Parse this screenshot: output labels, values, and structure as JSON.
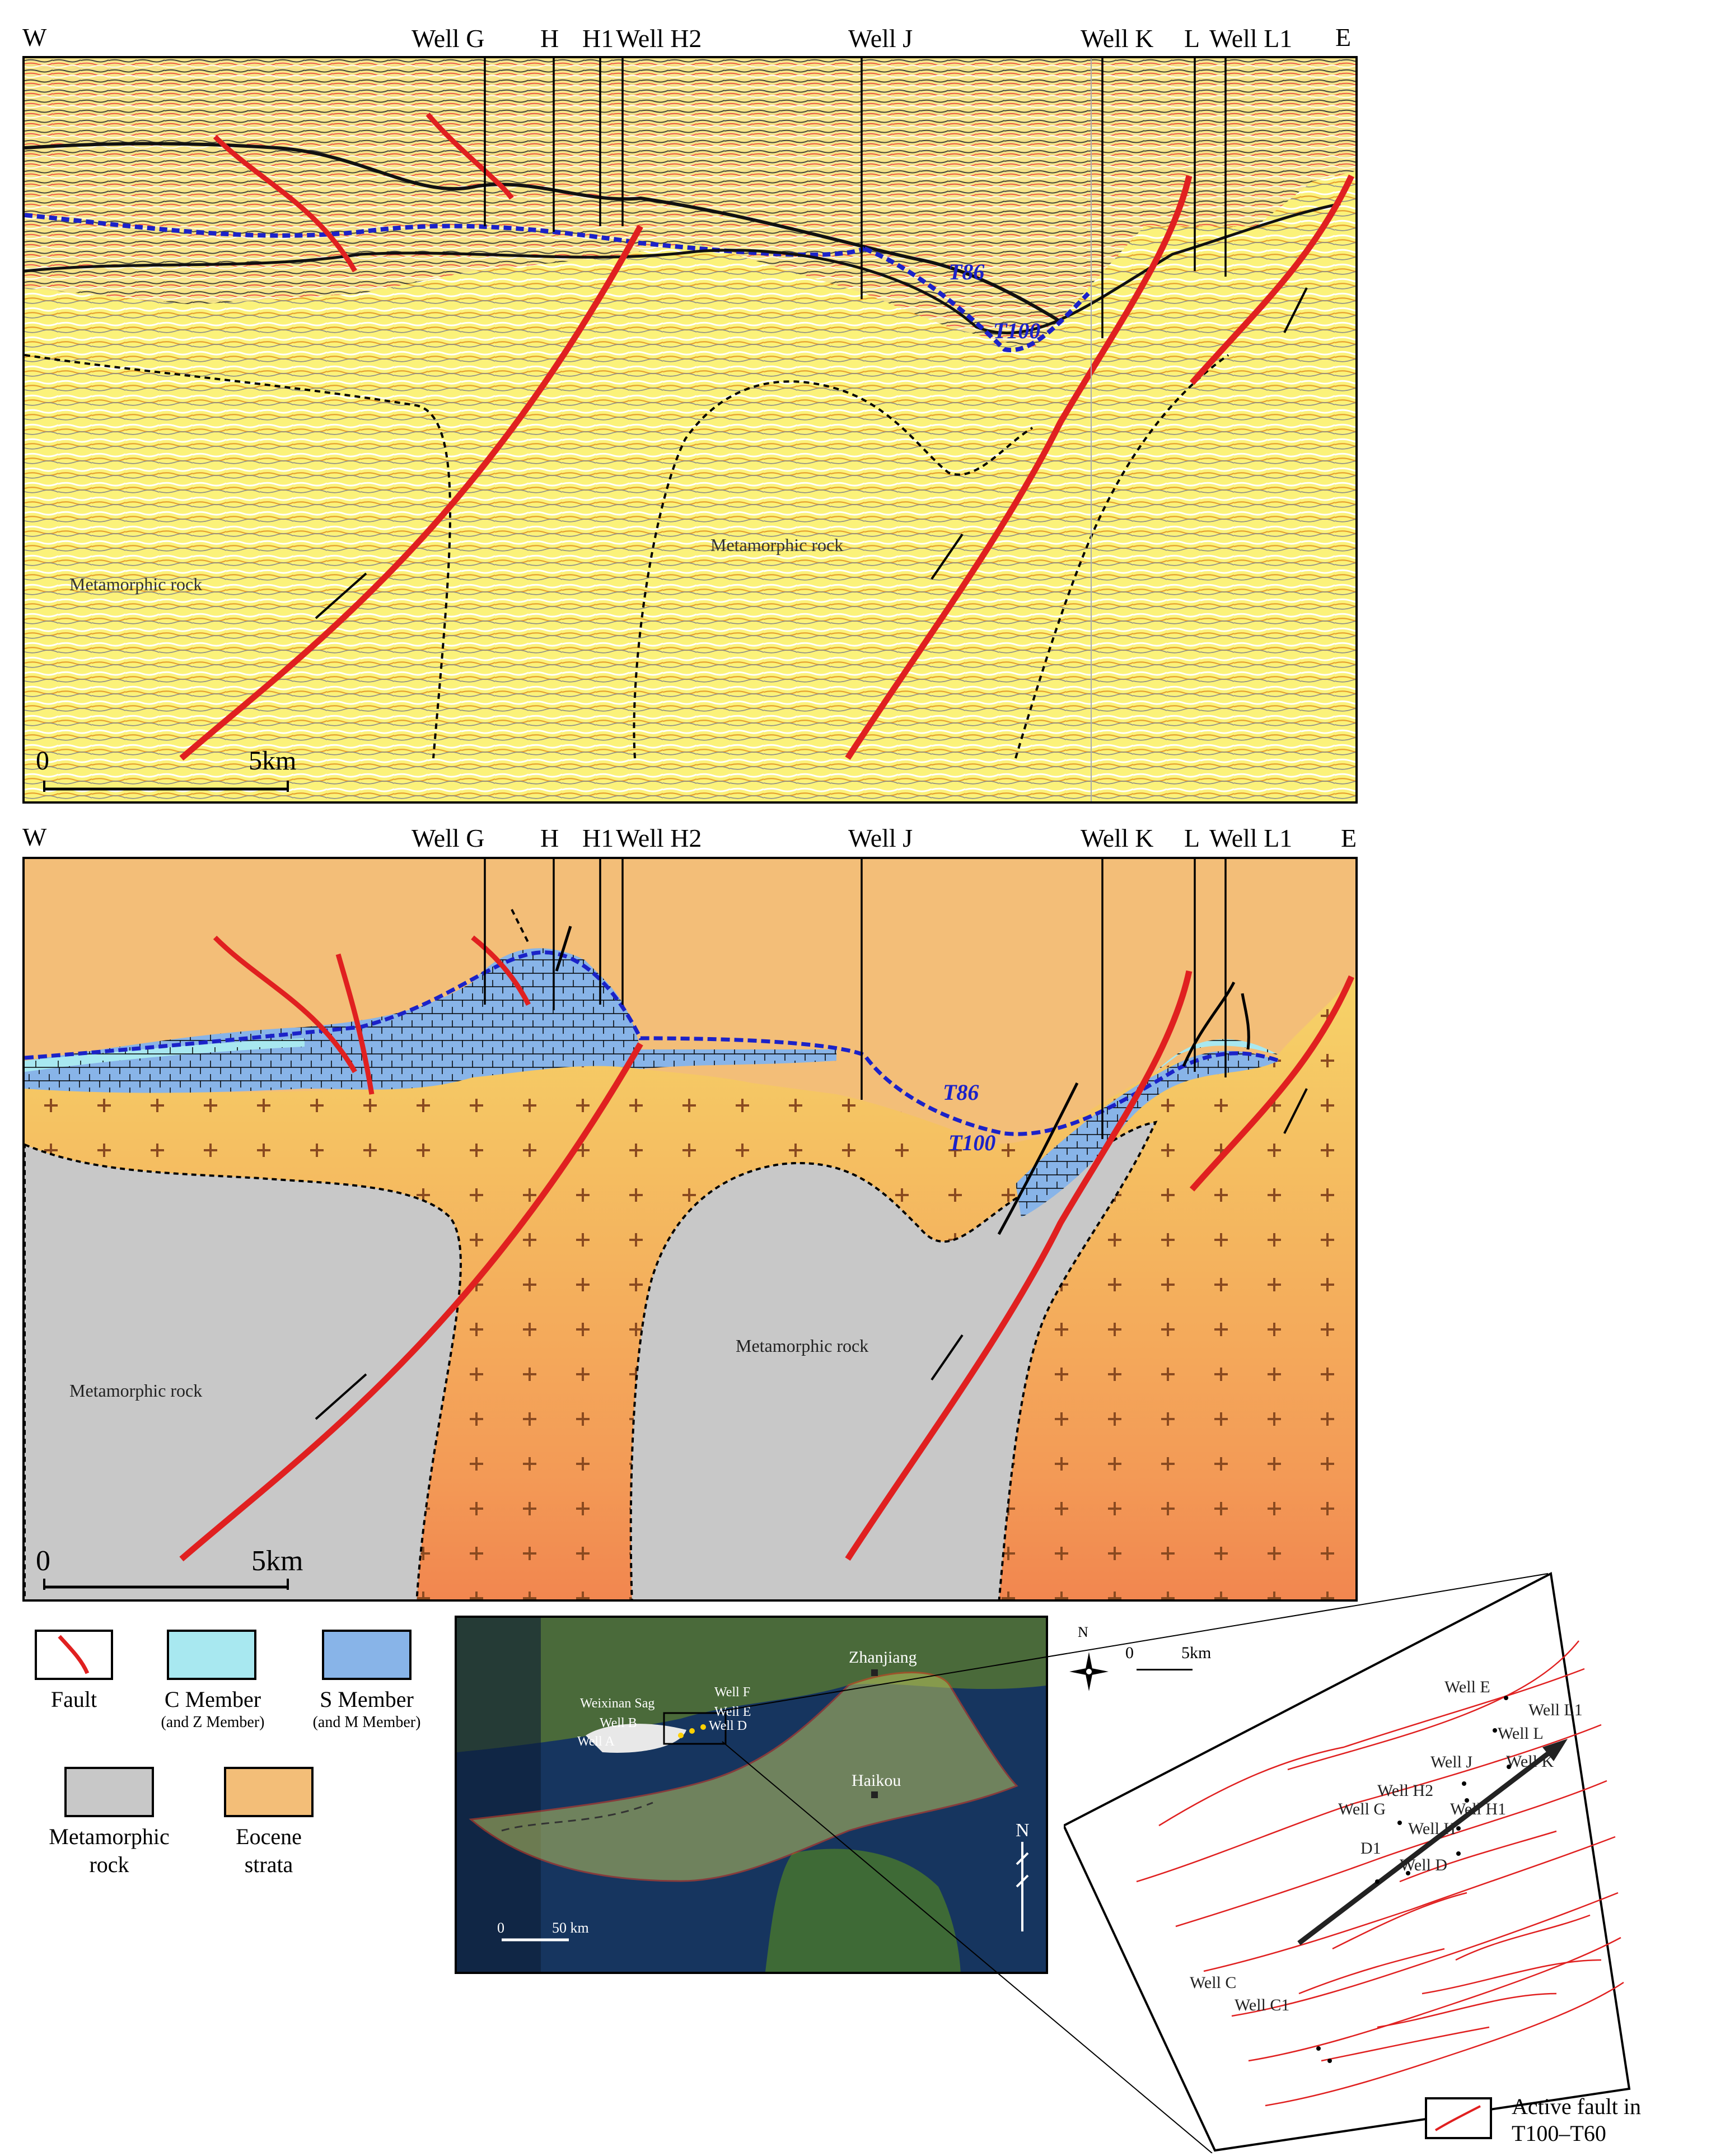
{
  "wells_top": {
    "w": "W",
    "e": "E",
    "well_g": "Well G",
    "h": "H",
    "h1": "H1",
    "well_h2": "Well H2",
    "well_j": "Well J",
    "well_k": "Well K",
    "l": "L",
    "well_l1": "Well L1"
  },
  "seismic": {
    "scale_zero": "0",
    "scale_5km": "5km",
    "meta_left": "Metamorphic rock",
    "meta_mid": "Metamorphic rock",
    "t86": "T86",
    "t100": "T100"
  },
  "geo": {
    "scale_zero": "0",
    "scale_5km": "5km",
    "meta_left": "Metamorphic rock",
    "meta_mid": "Metamorphic rock",
    "t86": "T86",
    "t100": "T100"
  },
  "legend": {
    "fault": "Fault",
    "c_member": "C Member",
    "c_member_sub": "(and Z Member)",
    "s_member": "S Member",
    "s_member_sub": "(and M Member)",
    "meta_1": "Metamorphic",
    "meta_2": "rock",
    "eocene_1": "Eocene",
    "eocene_2": "strata"
  },
  "satmap": {
    "zhanjiang": "Zhanjiang",
    "haikou": "Haikou",
    "weixinan": "Weixinan Sag",
    "well_f": "Well F",
    "well_b": "Well B",
    "well_e": "Well E",
    "well_a": "Well A",
    "well_d": "Well D",
    "scale_0": "0",
    "scale_50": "50 km",
    "north": "N"
  },
  "compass": {
    "n": "N",
    "scale_0": "0",
    "scale_5": "5km"
  },
  "faultmap": {
    "well_e": "Well E",
    "well_l1": "Well L1",
    "well_l": "Well L",
    "well_j": "Well J",
    "well_k": "Well K",
    "well_h2": "Well H2",
    "well_g": "Well G",
    "well_h1": "Well H1",
    "well_h": "Well H",
    "d1": "D1",
    "well_d": "Well D",
    "well_c": "Well C",
    "well_c1": "Well C1"
  },
  "fault_legend": {
    "line1": "Active fault in",
    "line2": "T100–T60"
  },
  "colors": {
    "fault": "#e02020",
    "eocene": "#f3be78",
    "metamorphic": "#c8c8c8",
    "c_member": "#a8e8f0",
    "s_member": "#88b4e8",
    "t_horizon": "#1b22c8"
  }
}
